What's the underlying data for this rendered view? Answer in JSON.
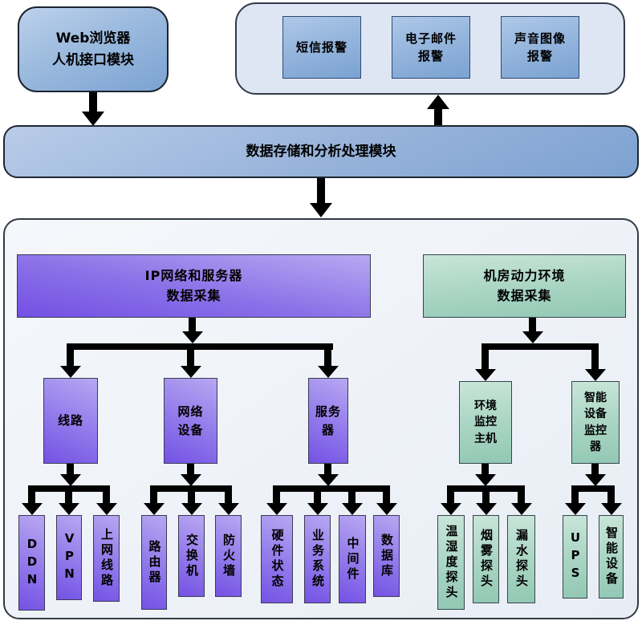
{
  "top": {
    "web_box": {
      "label": "Web浏览器\n人机接口模块"
    },
    "alarm_panel": {
      "items": [
        {
          "label": "短信报警"
        },
        {
          "label": "电子邮件\n报警"
        },
        {
          "label": "声音图像\n报警"
        }
      ]
    }
  },
  "storage_bar": {
    "label": "数据存储和分析处理模块"
  },
  "collection": {
    "ip_tree": {
      "header": "IP网络和服务器\n数据采集",
      "groups": [
        {
          "node": "线路",
          "leaves": [
            "DDN",
            "VPN",
            "上网线路"
          ]
        },
        {
          "node": "网络\n设备",
          "leaves": [
            "路由器",
            "交换机",
            "防火墙"
          ]
        },
        {
          "node": "服务\n器",
          "leaves": [
            "硬件状态",
            "业务系统",
            "中间件",
            "数据库"
          ]
        }
      ]
    },
    "env_tree": {
      "header": "机房动力环境\n数据采集",
      "groups": [
        {
          "node": "环境\n监控\n主机",
          "leaves": [
            "温湿度探头",
            "烟雾探头",
            "漏水探头"
          ]
        },
        {
          "node": "智能\n设备\n监控\n器",
          "leaves": [
            "UPS",
            "智能设备"
          ]
        }
      ]
    }
  },
  "colors": {
    "blue_box": "#8fafd9",
    "panel_fill": "#dee6f3",
    "purple_box": "#7a58e6",
    "green_box": "#9ecfbd",
    "arrow": "#000000"
  }
}
